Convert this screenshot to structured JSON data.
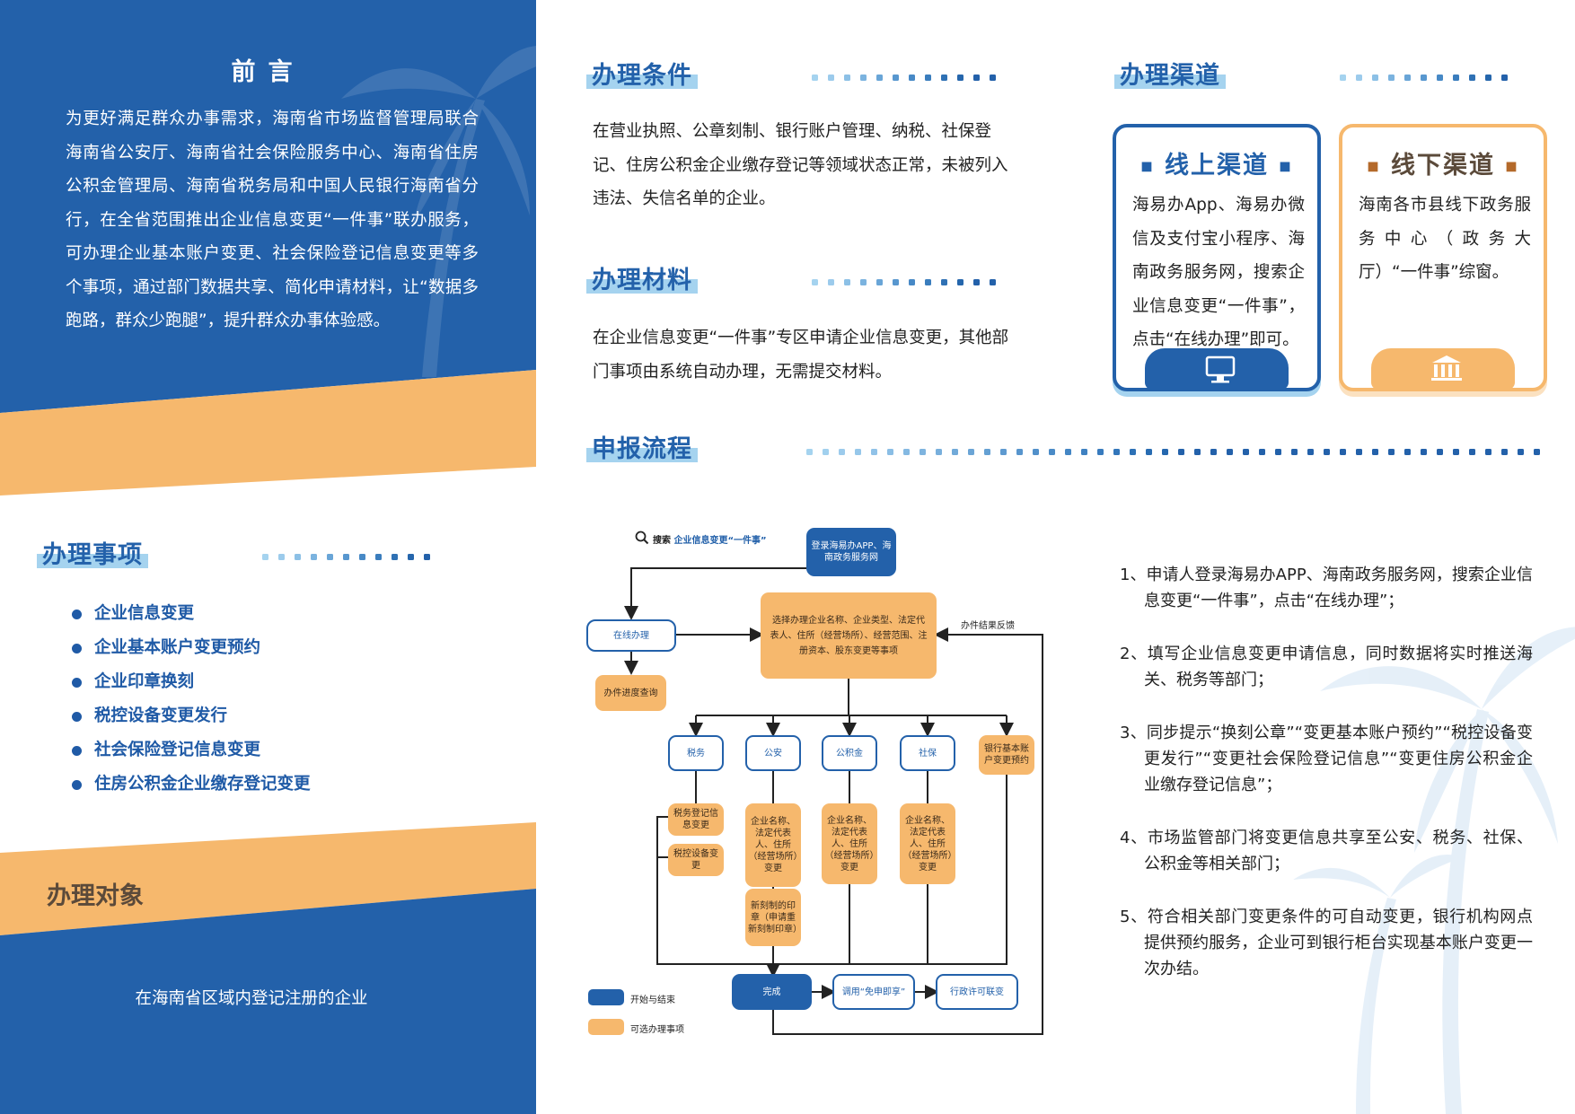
{
  "intro": {
    "title": "前言",
    "text": "为更好满足群众办事需求，海南省市场监督管理局联合海南省公安厅、海南省社会保险服务中心、海南省住房公积金管理局、海南省税务局和中国人民银行海南省分行，在全省范围推出企业信息变更“一件事”联办服务，可办理企业基本账户变更、社会保险登记信息变更等多个事项，通过部门数据共享、简化申请材料，让“数据多跑路，群众少跑腿”，提升群众办事体验感。"
  },
  "matters": {
    "title": "办理事项",
    "items": [
      "企业信息变更",
      "企业基本账户变更预约",
      "企业印章换刻",
      "税控设备变更发行",
      "社会保险登记信息变更",
      "住房公积金企业缴存登记变更"
    ]
  },
  "target": {
    "title": "办理对象",
    "text": "在海南省区域内登记注册的企业"
  },
  "conditions": {
    "title": "办理条件",
    "text": "在营业执照、公章刻制、银行账户管理、纳税、社保登记、住房公积金企业缴存登记等领域状态正常，未被列入违法、失信名单的企业。"
  },
  "materials": {
    "title": "办理材料",
    "text": "在企业信息变更“一件事”专区申请企业信息变更，其他部门事项由系统自动办理，无需提交材料。"
  },
  "channels": {
    "title": "办理渠道",
    "online": {
      "title": "线上渠道",
      "text": "海易办App、海易办微信及支付宝小程序、海南政务服务网，搜索企业信息变更“一件事”，点击“在线办理”即可。",
      "icon": "monitor-icon"
    },
    "offline": {
      "title": "线下渠道",
      "text": "海南各市县线下政务服务中心（政务大厅）“一件事”综窗。",
      "icon": "government-building-icon"
    }
  },
  "process": {
    "title": "申报流程",
    "search_prefix": "搜索",
    "search_keyword": "企业信息变更“一件事”",
    "login": "登录海易办APP、海南政务服务网",
    "online": "在线办理",
    "progress": "办件进度查询",
    "select": "选择办理企业名称、企业类型、法定代表人、住所（经营场所）、经营范围、注册资本、股东变更等事项",
    "feedback": "办件结果反馈",
    "tax": "税务",
    "police": "公安",
    "fund": "公积金",
    "social": "社保",
    "bank": "银行基本账户变更预约",
    "tax_reg": "税务登记信息变更",
    "tax_device": "税控设备变更",
    "police_change": "企业名称、法定代表人、住所（经营场所）变更",
    "fund_change": "企业名称、法定代表人、住所（经营场所）变更",
    "social_change": "企业名称、法定代表人、住所（经营场所）变更",
    "seal": "新刻制的印章（申请重新刻制印章）",
    "done": "完成",
    "call": "调用“免申即享”",
    "link": "行政许可联变",
    "legend_start": "开始与结束",
    "legend_optional": "可选办理事项"
  },
  "steps": [
    "1、申请人登录海易办APP、海南政务服务网，搜索企业信息变更“一件事”，点击“在线办理”；",
    "2、填写企业信息变更申请信息，同时数据将实时推送海关、税务等部门；",
    "3、同步提示“换刻公章”“变更基本账户预约”“税控设备变更发行”“变更社会保险登记信息”“变更住房公积金企业缴存登记信息”；",
    "4、市场监管部门将变更信息共享至公安、税务、社保、公积金等相关部门；",
    "5、符合相关部门变更条件的可自动变更，银行机构网点提供预约服务，企业可到银行柜台实现基本账户变更一次办结。"
  ],
  "colors": {
    "blue": "#2361aa",
    "orange": "#f6b86d",
    "light_blue": "#a5d3ef",
    "dark_text": "#5b4a3a"
  }
}
